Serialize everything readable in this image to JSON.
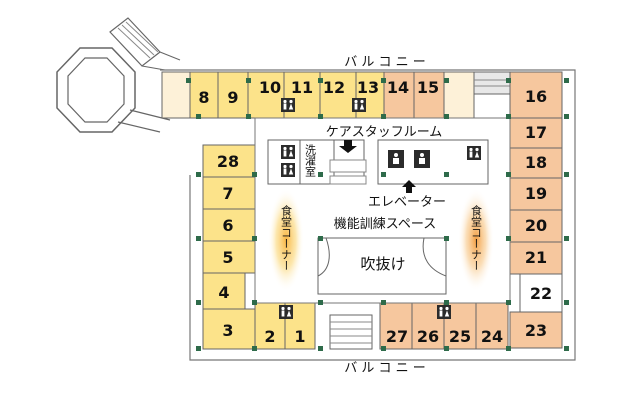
{
  "floor": {
    "balcony_top": "バ ル コ ニ ー",
    "balcony_bottom": "バ ル コ ニ ー",
    "care_staff_room": "ケアスタッフルーム",
    "laundry_room": "洗濯室",
    "elevator": "エレベーター",
    "training_space": "機能訓練スペース",
    "atrium": "吹抜け",
    "dining_left": "食堂コーナー",
    "dining_right": "食堂コーナー"
  },
  "rooms": [
    "8",
    "9",
    "10",
    "11",
    "12",
    "13",
    "14",
    "15",
    "16",
    "17",
    "18",
    "19",
    "20",
    "21",
    "22",
    "23",
    "24",
    "25",
    "26",
    "27",
    "1",
    "2",
    "3",
    "4",
    "5",
    "6",
    "7",
    "28"
  ],
  "colors": {
    "yellow_room": "#FCE38A",
    "orange_room": "#F6C79E",
    "cream_room": "#FDF1D8",
    "wall": "#555555",
    "column": "#2E6B4A",
    "glow": "#F7B73B"
  },
  "icons": [
    "toilet-icon",
    "elevator-icon",
    "arrow-down-icon",
    "arrow-up-icon"
  ]
}
